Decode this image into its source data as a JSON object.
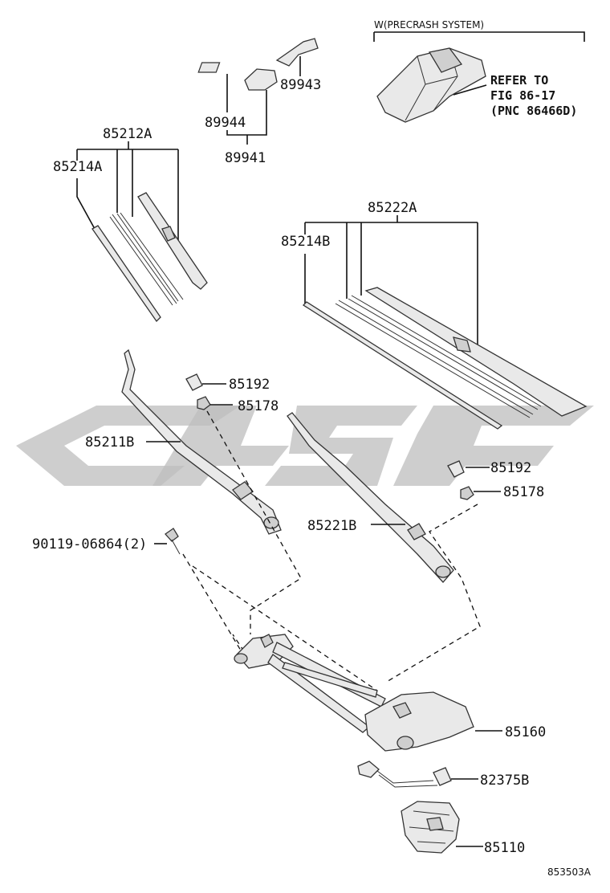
{
  "figure": {
    "header_label": "W(PRECRASH SYSTEM)",
    "refer_line1": "REFER TO",
    "refer_line2": "FIG 86-17",
    "refer_line3": "(PNC 86466D)",
    "figure_id": "853503A"
  },
  "parts": {
    "p89943": "89943",
    "p89944": "89944",
    "p89941": "89941",
    "p85212A": "85212A",
    "p85214A": "85214A",
    "p85222A": "85222A",
    "p85214B": "85214B",
    "p85192_top": "85192",
    "p85178_top": "85178",
    "p85211B": "85211B",
    "p85192_right": "85192",
    "p85178_right": "85178",
    "p85221B": "85221B",
    "p90119": "90119-06864(2)",
    "p85160": "85160",
    "p82375B": "82375B",
    "p85110": "85110"
  }
}
